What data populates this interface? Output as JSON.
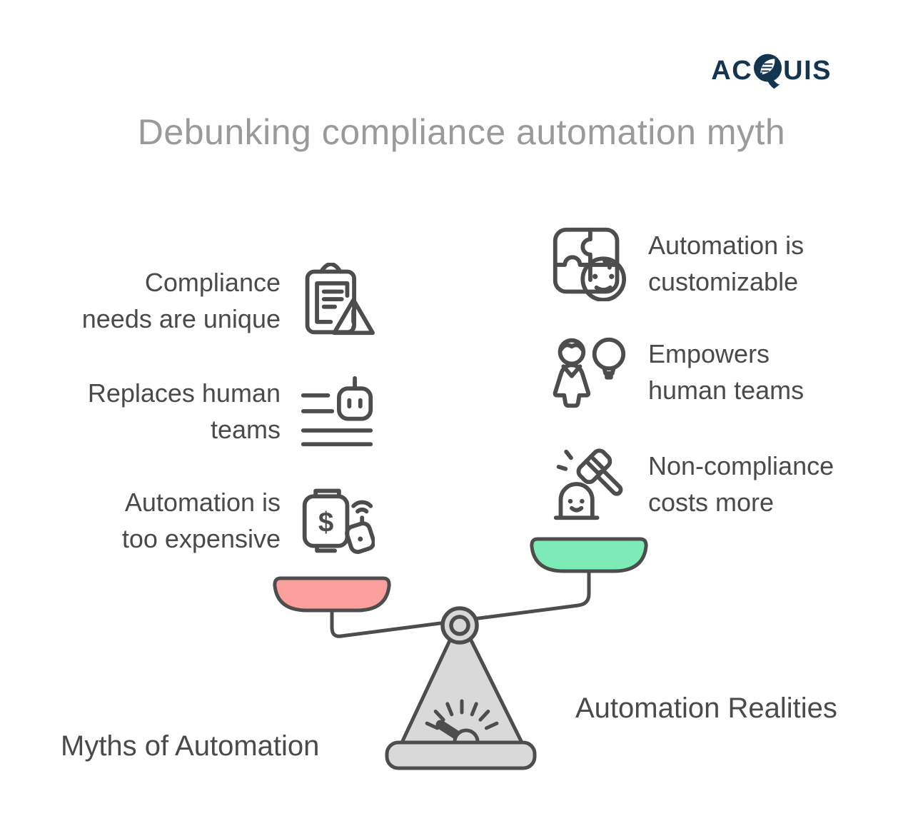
{
  "brand": {
    "prefix": "AC",
    "suffix": "UIS",
    "name": "ACQUIS",
    "color": "#14354F"
  },
  "title": {
    "text": "Debunking compliance automation myth",
    "color": "#9A9A9A"
  },
  "myths": {
    "label": "Myths of Automation",
    "pan_color": "#FB9F9D",
    "items": [
      {
        "label": "Compliance needs are unique",
        "icon": "clipboard-warning-icon"
      },
      {
        "label": "Replaces human teams",
        "icon": "robot-document-icon"
      },
      {
        "label": "Automation is too expensive",
        "icon": "expensive-payment-icon"
      }
    ]
  },
  "realities": {
    "label": "Automation Realities",
    "pan_color": "#7DEBB6",
    "items": [
      {
        "label": "Automation is customizable",
        "icon": "puzzle-smiley-icon"
      },
      {
        "label": "Empowers human teams",
        "icon": "person-lightbulb-icon"
      },
      {
        "label": "Non-compliance costs more",
        "icon": "gavel-ghost-icon"
      }
    ]
  },
  "scale": {
    "frame_color": "#D9D9D9",
    "stroke_color": "#4D4D4D",
    "gauge_icon": "gauge-icon"
  },
  "colors": {
    "background": "#FFFFFF",
    "body_text": "#4A4A4A",
    "title_text": "#9A9A9A"
  }
}
